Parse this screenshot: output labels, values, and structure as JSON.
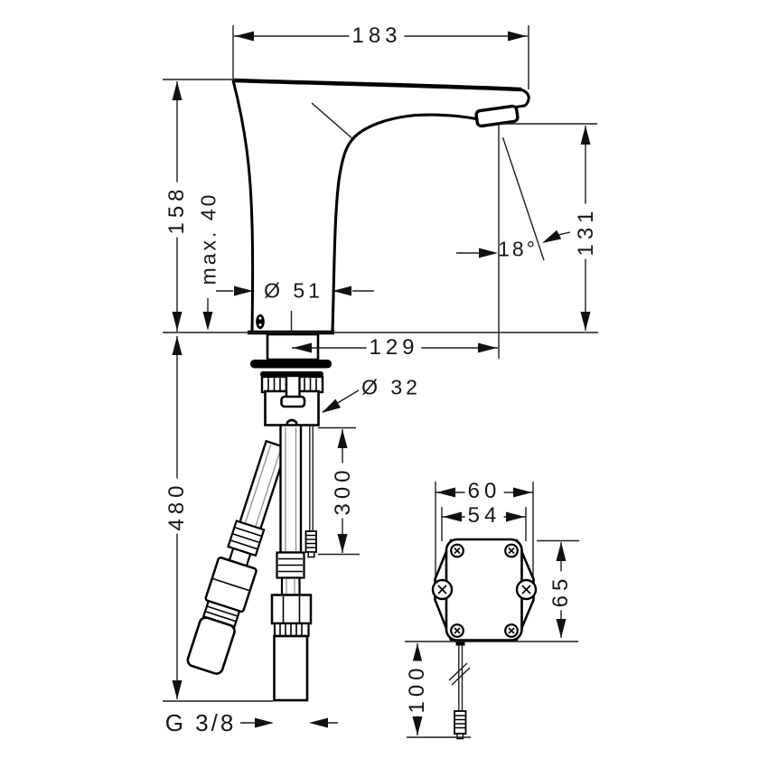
{
  "drawing": {
    "type": "technical-dimension-drawing",
    "dimensions": {
      "spout_length": "183",
      "total_height": "158",
      "max_deck_thickness": "max. 40",
      "body_diameter": "Ø 51",
      "spout_reach": "129",
      "spray_angle": "18°",
      "outlet_height": "131",
      "shank_diameter": "Ø 32",
      "hose_length": "480",
      "sensor_cable_length": "300",
      "thread_size": "G 3/8",
      "box_outer_width": "60",
      "box_inner_width": "54",
      "box_height": "65",
      "box_cable_length": "100"
    },
    "line_color": "#000000",
    "background_color": "#ffffff"
  }
}
